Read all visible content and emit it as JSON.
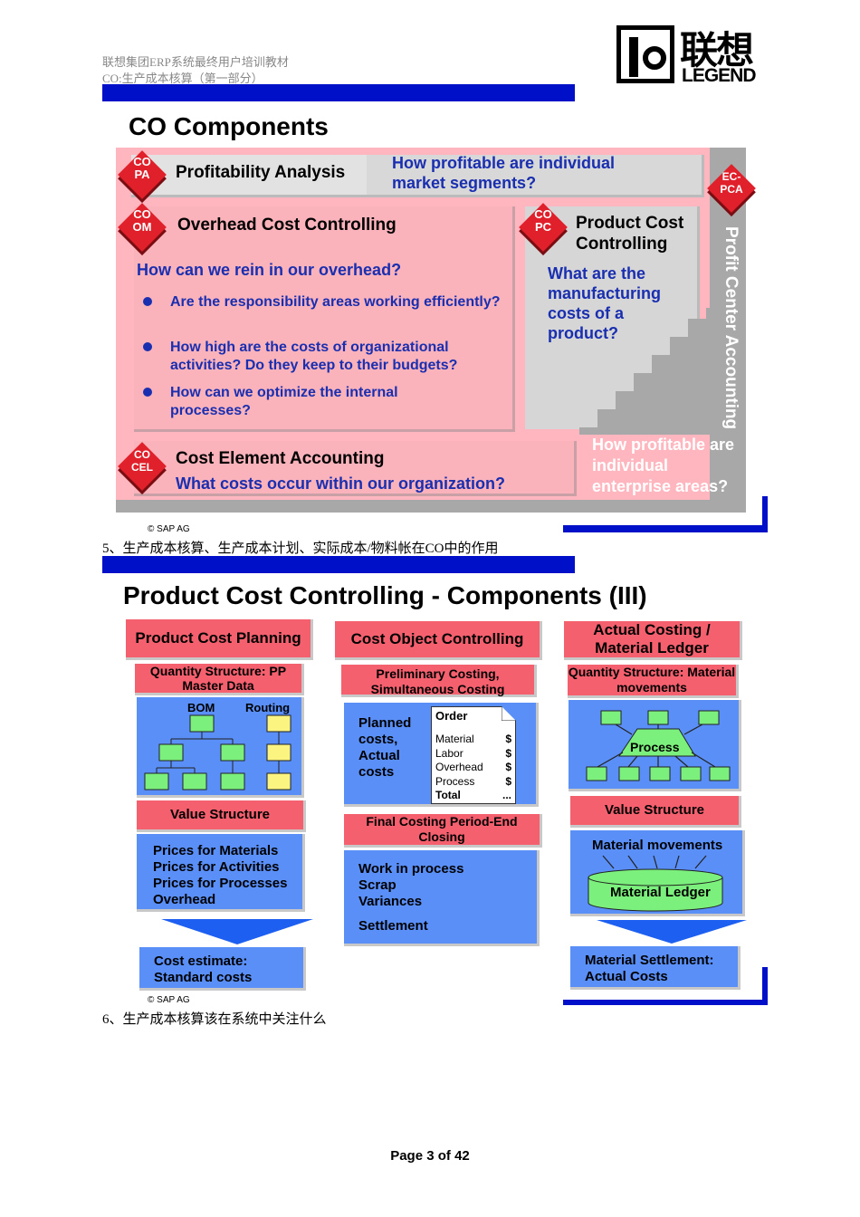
{
  "header": {
    "line1": "联想集团ERP系统最终用户培训教材",
    "line2": "CO:生产成本核算（第一部分）",
    "logo_cn": "联想",
    "logo_en": "LEGEND"
  },
  "slide1": {
    "title": "CO Components",
    "copa": {
      "code1": "CO",
      "code2": "PA",
      "title": "Profitability Analysis",
      "question": "How profitable are individual market segments?"
    },
    "ecpca": {
      "code1": "EC-",
      "code2": "PCA"
    },
    "coom": {
      "code1": "CO",
      "code2": "OM",
      "title": "Overhead Cost Controlling",
      "question": "How can we rein in our overhead?",
      "bullets": [
        "Are the responsibility areas working efficiently?",
        "How high are the costs of organizational activities? Do they keep to their budgets?",
        "How can we optimize the internal processes?"
      ]
    },
    "copc": {
      "code1": "CO",
      "code2": "PC",
      "title": "Product Cost Controlling",
      "question": "What are the manufacturing costs of a product?"
    },
    "cocel": {
      "code1": "CO",
      "code2": "CEL",
      "title": "Cost Element Accounting",
      "question": "What costs occur within our organization?"
    },
    "pca_vertical": "Profit Center Accounting",
    "pca_question": "How profitable are individual enterprise areas?",
    "copyright": "© SAP AG"
  },
  "caption1": "5、生产成本核算、生产成本计划、实际成本/物料帐在CO中的作用",
  "slide2": {
    "title": "Product Cost Controlling - Components (III)",
    "col1": {
      "header": "Product Cost Planning",
      "sub1": "Quantity Structure: PP Master Data",
      "bom": "BOM",
      "routing": "Routing",
      "sub2": "Value Structure",
      "prices": [
        "Prices for Materials",
        "Prices for Activities",
        "Prices for Processes",
        "Overhead"
      ],
      "result": "Cost estimate: Standard costs"
    },
    "col2": {
      "header": "Cost Object Controlling",
      "sub1": "Preliminary Costing, Simultaneous Costing",
      "planned": "Planned costs, Actual costs",
      "order_title": "Order",
      "order_rows": [
        {
          "label": "Material",
          "val": "$"
        },
        {
          "label": "Labor",
          "val": "$"
        },
        {
          "label": "Overhead",
          "val": "$"
        },
        {
          "label": "Process",
          "val": "$"
        },
        {
          "label": "Total",
          "val": "..."
        }
      ],
      "sub2": "Final Costing Period-End Closing",
      "items": [
        "Work in process",
        "Scrap",
        "Variances"
      ],
      "settlement": "Settlement"
    },
    "col3": {
      "header": "Actual Costing / Material Ledger",
      "sub1": "Quantity Structure: Material movements",
      "process": "Process",
      "sub2": "Value Structure",
      "movements": "Material movements",
      "ledger": "Material Ledger",
      "result": "Material Settlement: Actual Costs"
    },
    "copyright": "© SAP AG"
  },
  "caption2": "6、生产成本核算该在系统中关注什么",
  "footer": {
    "page_label": "Page",
    "page": "3",
    "of_label": "of",
    "total": "42"
  },
  "colors": {
    "blue_bar": "#0010c8",
    "navy_text": "#1a2fb0",
    "red": "#e0202a",
    "pink": "#fbb3bb"
  }
}
